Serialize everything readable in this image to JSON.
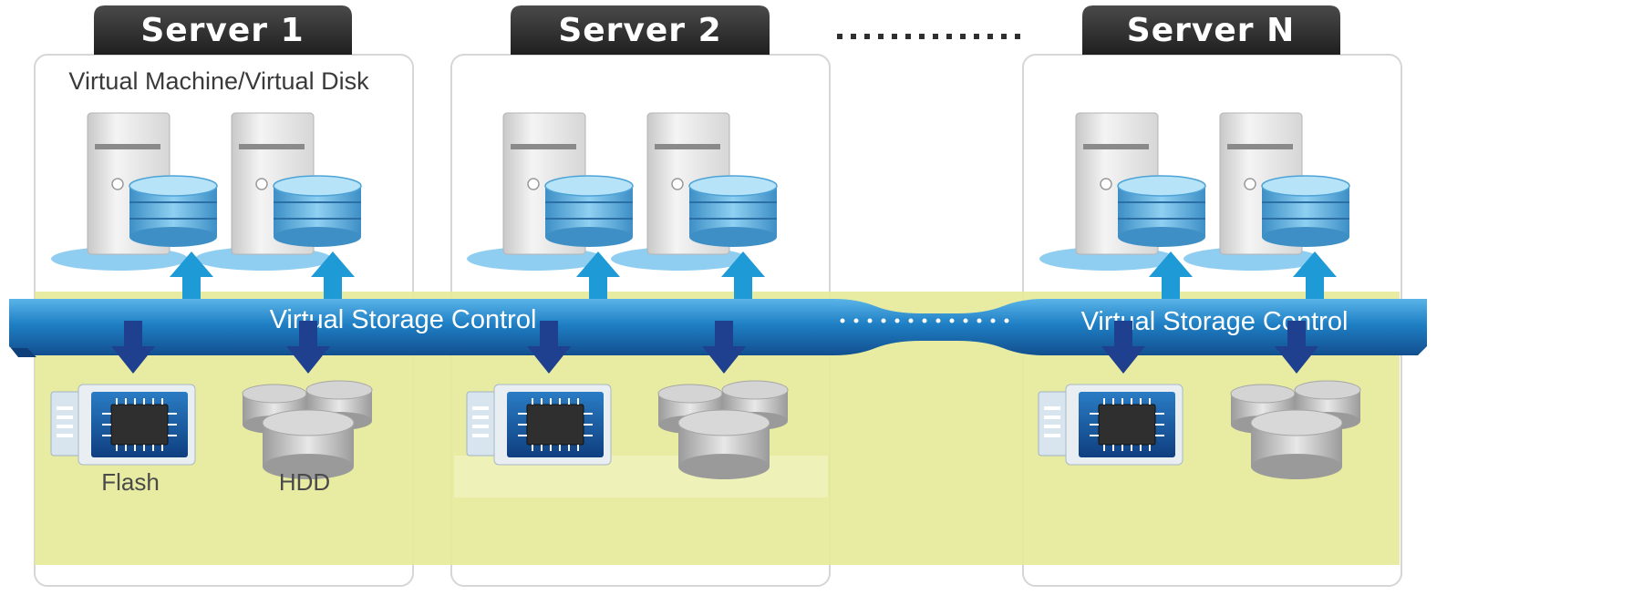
{
  "servers": [
    {
      "title": "Server 1"
    },
    {
      "title": "Server 2"
    },
    {
      "title": "Server N"
    }
  ],
  "vm_caption": "Virtual Machine/Virtual Disk",
  "storage_control_label": "Virtual Storage Control",
  "flash_label": "Flash",
  "hdd_label": "HDD",
  "icons": {
    "vm": "server-tower-with-disk-stack-icon",
    "flash": "flash-card-chip-icon",
    "hdd": "hard-disk-cylinders-icon",
    "up": "blue-up-arrow-icon",
    "down": "navy-down-arrow-icon"
  },
  "colors": {
    "tab": "#2f2f2f",
    "bus": "#1f7fc4",
    "storage_area": "#e6ea9a",
    "up_arrow": "#1e9ad6",
    "down_arrow": "#1f3f8f",
    "disk_blue": "#7cc6ee"
  }
}
